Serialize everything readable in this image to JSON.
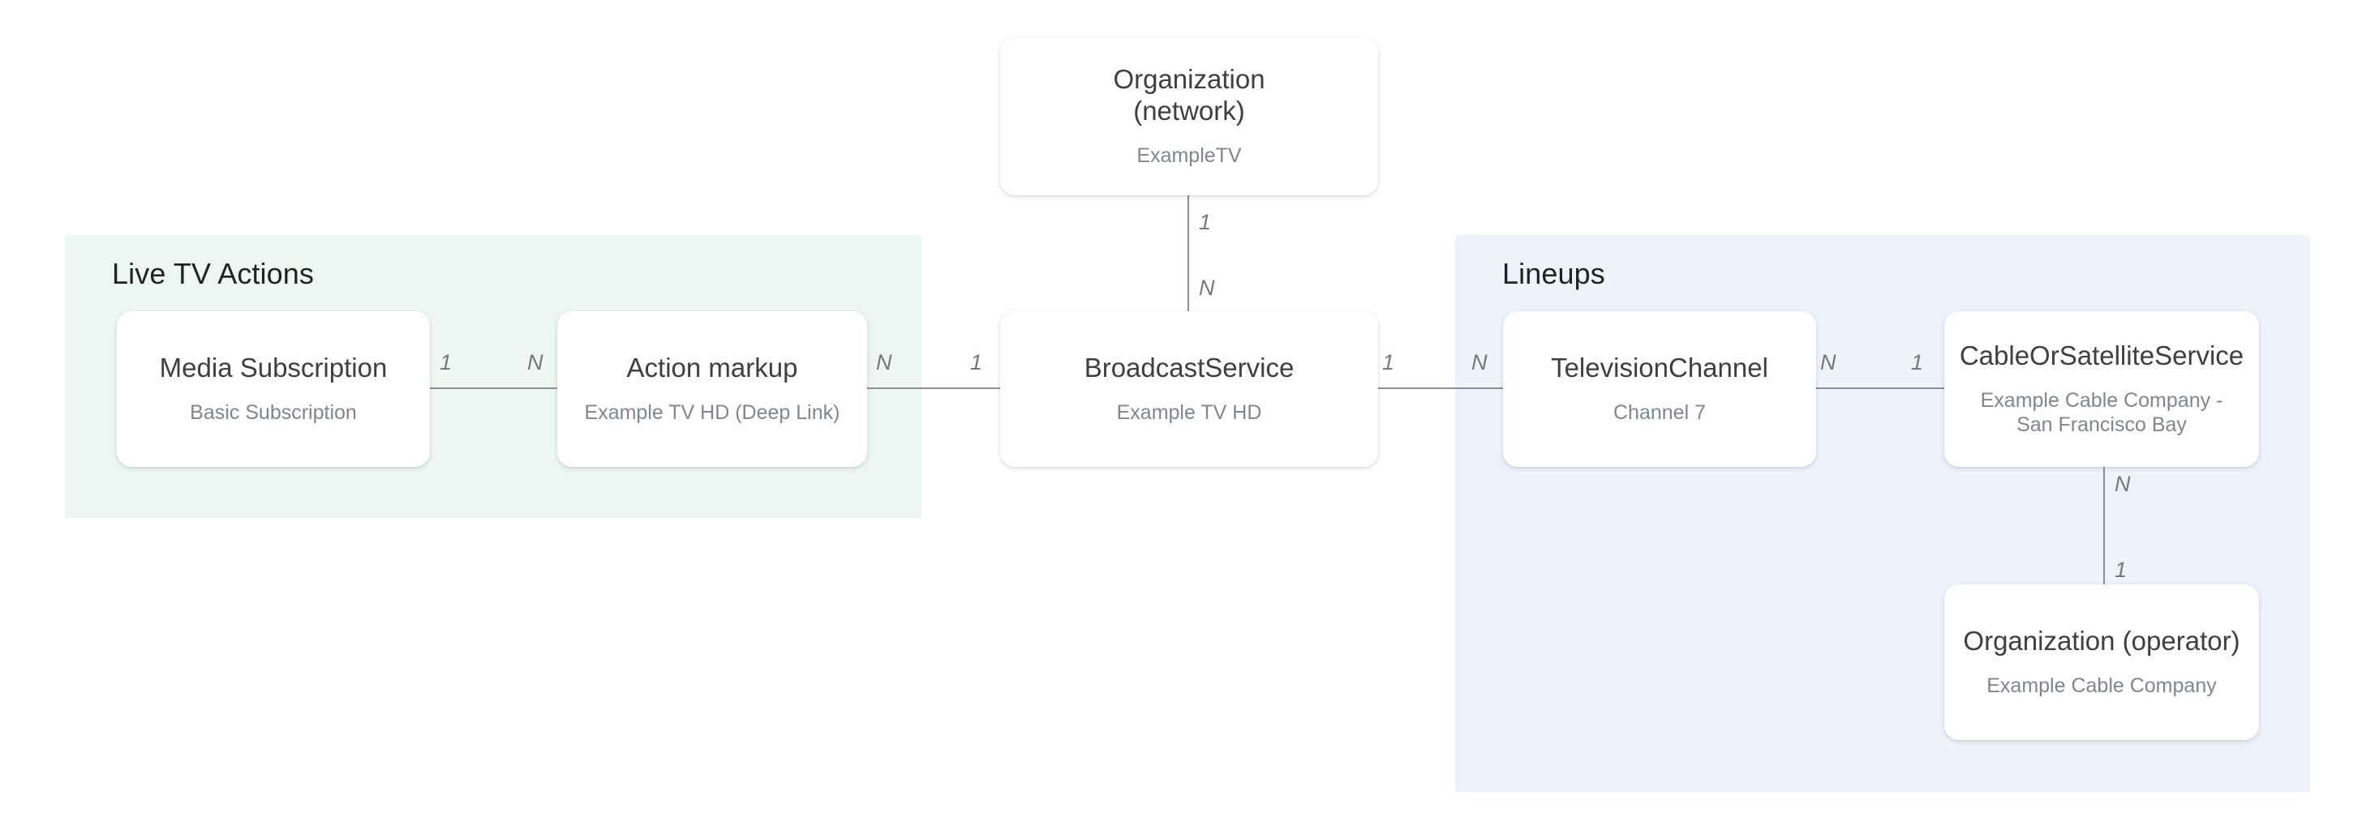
{
  "diagram": {
    "background": "#ffffff",
    "edge_color": "#8a9096",
    "node_title_color": "#3c4043",
    "node_sub_color": "#80868b"
  },
  "groups": [
    {
      "key": "live_tv_actions",
      "title": "Live TV Actions",
      "color": "#eef6f1"
    },
    {
      "key": "lineups",
      "title": "Lineups",
      "color": "#eef2fb"
    }
  ],
  "nodes": [
    {
      "key": "organization_network",
      "title": "Organization\n(network)",
      "subtitle": "ExampleTV"
    },
    {
      "key": "media_subscription",
      "title": "Media Subscription",
      "subtitle": "Basic Subscription"
    },
    {
      "key": "action_markup",
      "title": "Action markup",
      "subtitle": "Example TV HD (Deep Link)"
    },
    {
      "key": "broadcast_service",
      "title": "BroadcastService",
      "subtitle": "Example TV HD"
    },
    {
      "key": "television_channel",
      "title": "TelevisionChannel",
      "subtitle": "Channel 7"
    },
    {
      "key": "cable_or_satellite_service",
      "title": "CableOrSatelliteService",
      "subtitle": "Example Cable Company -\nSan Francisco Bay"
    },
    {
      "key": "organization_operator",
      "title": "Organization (operator)",
      "subtitle": "Example Cable Company"
    }
  ],
  "edges": [
    {
      "key": "org_network__broadcast_service",
      "from": "organization_network",
      "to": "broadcast_service",
      "from_cardinality": "1",
      "to_cardinality": "N",
      "orientation": "vertical"
    },
    {
      "key": "media_subscription__action_markup",
      "from": "media_subscription",
      "to": "action_markup",
      "from_cardinality": "1",
      "to_cardinality": "N",
      "orientation": "horizontal"
    },
    {
      "key": "action_markup__broadcast_service",
      "from": "action_markup",
      "to": "broadcast_service",
      "from_cardinality": "N",
      "to_cardinality": "1",
      "orientation": "horizontal"
    },
    {
      "key": "broadcast_service__television_channel",
      "from": "broadcast_service",
      "to": "television_channel",
      "from_cardinality": "1",
      "to_cardinality": "N",
      "orientation": "horizontal"
    },
    {
      "key": "television_channel__cable_or_satellite_service",
      "from": "television_channel",
      "to": "cable_or_satellite_service",
      "from_cardinality": "N",
      "to_cardinality": "1",
      "orientation": "horizontal"
    },
    {
      "key": "cable_or_satellite_service__org_operator",
      "from": "cable_or_satellite_service",
      "to": "organization_operator",
      "from_cardinality": "N",
      "to_cardinality": "1",
      "orientation": "vertical"
    }
  ]
}
